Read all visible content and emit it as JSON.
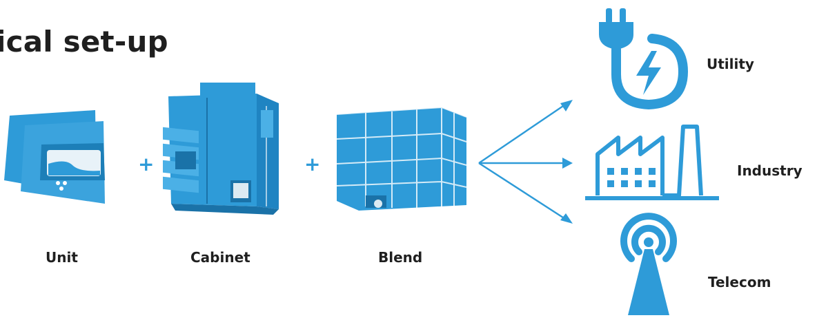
{
  "title": "ical set-up",
  "components": [
    {
      "label": "Unit"
    },
    {
      "label": "Cabinet"
    },
    {
      "label": "Blend"
    }
  ],
  "plus_sign": "+",
  "applications": [
    {
      "label": "Utility",
      "icon": "plug-bolt-icon"
    },
    {
      "label": "Industry",
      "icon": "factory-icon"
    },
    {
      "label": "Telecom",
      "icon": "antenna-tower-icon"
    }
  ],
  "colors": {
    "accent": "#2e9bd8",
    "text": "#1f1f1f"
  }
}
